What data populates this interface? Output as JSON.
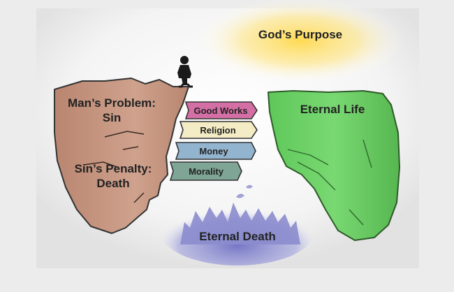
{
  "purpose": {
    "label": "God’s Purpose",
    "glow_color": "#ffd84a"
  },
  "left_cliff": {
    "problem_line1": "Man’s Problem:",
    "problem_line2": "Sin",
    "penalty_line1": "Sin’s Penalty:",
    "penalty_line2": "Death",
    "color": "#c69a86"
  },
  "right_cliff": {
    "label": "Eternal Life",
    "color": "#6ed16a"
  },
  "planks": [
    {
      "label": "Good Works",
      "color": "#d46fa6"
    },
    {
      "label": "Religion",
      "color": "#f3ecc4"
    },
    {
      "label": "Money",
      "color": "#93b4cf"
    },
    {
      "label": "Morality",
      "color": "#7ea596"
    }
  ],
  "abyss": {
    "label": "Eternal Death",
    "color": "#8e8fd0"
  },
  "figure": {
    "icon": "person-silhouette-icon"
  }
}
